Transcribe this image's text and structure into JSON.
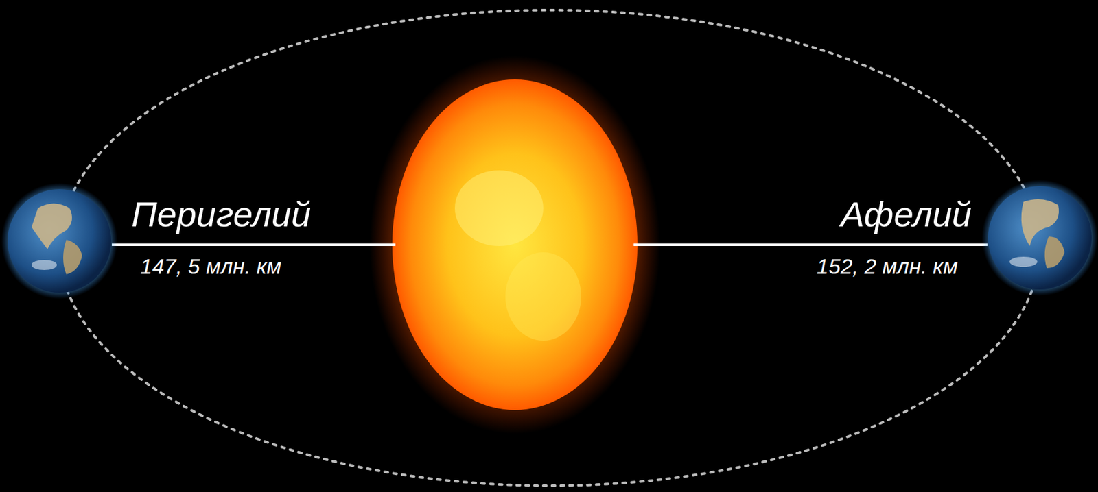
{
  "diagram": {
    "labels": [
      "Перигелий",
      "147, 5 млн. км",
      "Афелий",
      "152, 2 млн. км"
    ]
  }
}
